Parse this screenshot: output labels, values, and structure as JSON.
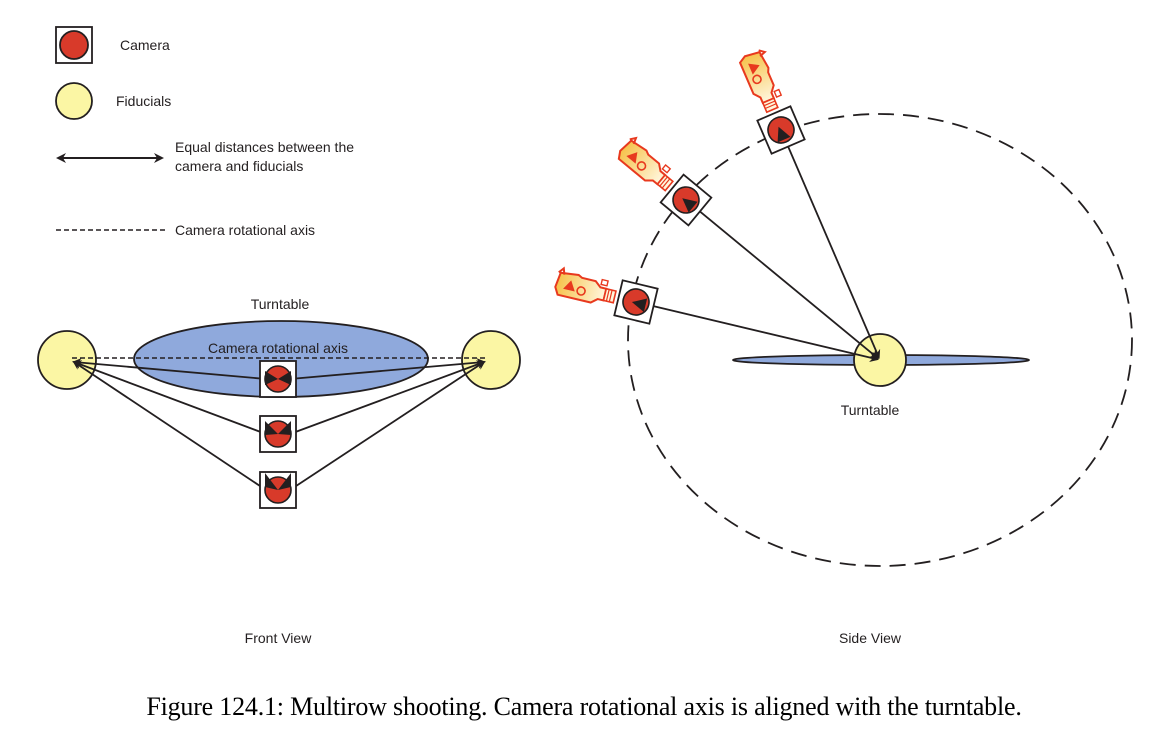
{
  "legend": {
    "camera_label": "Camera",
    "fiducials_label": "Fiducials",
    "equal_distances_label_line1": "Equal distances between the",
    "equal_distances_label_line2": "camera and fiducials",
    "rotational_axis_label": "Camera rotational axis"
  },
  "front_view": {
    "title": "Front View",
    "turntable_label": "Turntable",
    "axis_label": "Camera rotational axis",
    "camera_count": 3,
    "fiducial_count": 2
  },
  "side_view": {
    "title": "Side View",
    "turntable_label": "Turntable",
    "camera_count": 3
  },
  "colors": {
    "camera_fill": "#d83a2a",
    "fiducial_fill": "#fbf6a4",
    "turntable_fill": "#8fa9dc",
    "stroke": "#231f20",
    "camcorder_stroke": "#e8391e",
    "camcorder_fill": "#fde9a8"
  },
  "caption": "Figure 124.1: Multirow shooting. Camera rotational axis is aligned with the turntable."
}
